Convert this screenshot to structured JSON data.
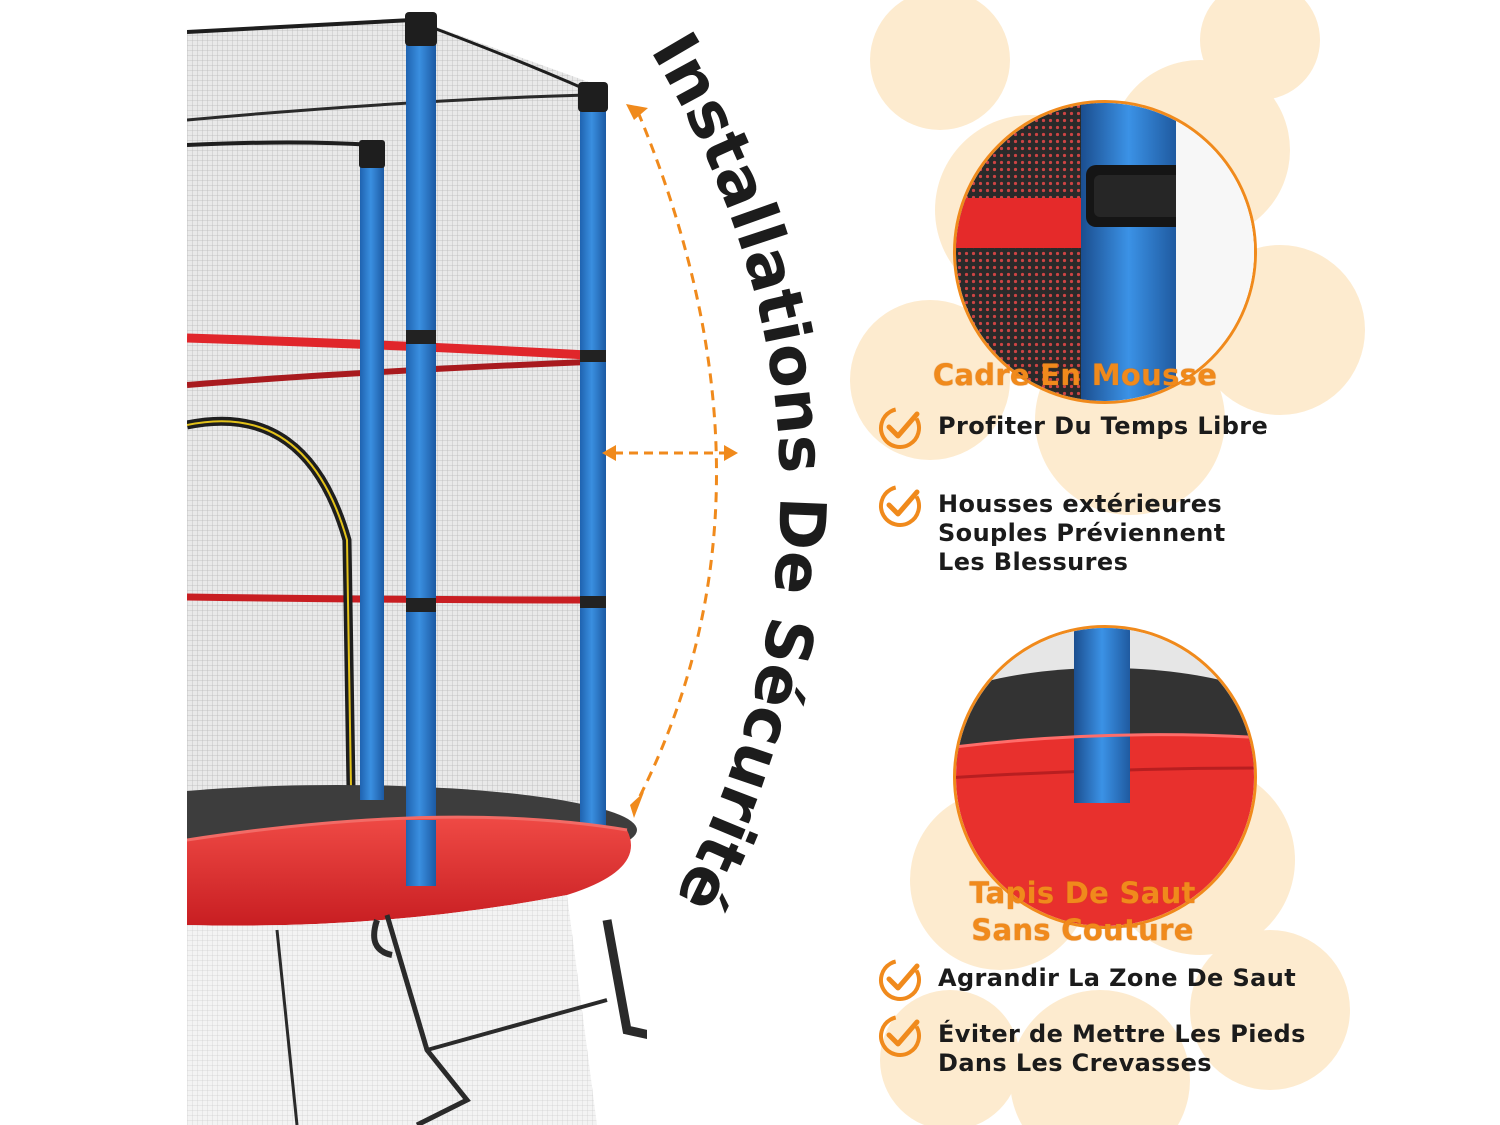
{
  "colors": {
    "accent": "#f08a1c",
    "pole_blue": "#2f7fce",
    "band_red": "#e0262b",
    "text": "#1b1b1b",
    "net_grey": "#d9d9d9",
    "deco_cream": "#fdebcf"
  },
  "vertical_title": "Installations De Sécurité",
  "sections": [
    {
      "heading": "Cadre En Mousse",
      "features": [
        {
          "icon": "check-icon",
          "lines": [
            "Profiter Du Temps Libre"
          ]
        },
        {
          "icon": "check-icon",
          "lines": [
            "Housses extérieures",
            "Souples Préviennent",
            "Les Blessures"
          ]
        }
      ]
    },
    {
      "heading_lines": [
        "Tapis De Saut",
        "Sans Couture"
      ],
      "features": [
        {
          "icon": "check-icon",
          "lines": [
            "Agrandir La Zone De Saut"
          ]
        },
        {
          "icon": "check-icon",
          "lines": [
            "Éviter de Mettre Les Pieds",
            "Dans Les Crevasses"
          ]
        }
      ]
    }
  ]
}
